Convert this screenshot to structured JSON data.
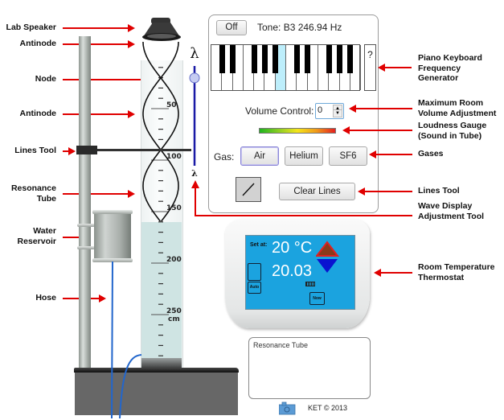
{
  "left_labels": [
    {
      "id": "lab-speaker",
      "lines": [
        "Lab Speaker"
      ]
    },
    {
      "id": "antinode-top",
      "lines": [
        "Antinode"
      ]
    },
    {
      "id": "node",
      "lines": [
        "Node"
      ]
    },
    {
      "id": "antinode-mid",
      "lines": [
        "Antinode"
      ]
    },
    {
      "id": "lines-tool",
      "lines": [
        "Lines Tool"
      ]
    },
    {
      "id": "resonance-tube",
      "lines": [
        "Resonance",
        "Tube"
      ]
    },
    {
      "id": "water-reservoir",
      "lines": [
        "Water",
        "Reservoir"
      ]
    },
    {
      "id": "hose",
      "lines": [
        "Hose"
      ]
    }
  ],
  "right_labels": [
    {
      "id": "piano",
      "lines": [
        "Piano Keyboard",
        "Frequency",
        "Generator"
      ]
    },
    {
      "id": "volume",
      "lines": [
        "Maximum Room",
        "Volume Adjustment"
      ]
    },
    {
      "id": "loudness",
      "lines": [
        "Loudness Gauge",
        "(Sound in Tube)"
      ]
    },
    {
      "id": "gases",
      "lines": [
        "Gases"
      ]
    },
    {
      "id": "lines",
      "lines": [
        "Lines Tool"
      ]
    },
    {
      "id": "wave",
      "lines": [
        "Wave Display",
        "Adjustment Tool"
      ]
    },
    {
      "id": "thermostat",
      "lines": [
        "Room Temperature",
        "Thermostat"
      ]
    }
  ],
  "tube": {
    "scale_labels": [
      "50",
      "100",
      "150",
      "200",
      "250"
    ],
    "unit": "cm",
    "water_level_cm": 160
  },
  "wave_slider": {
    "top_symbol": "λ",
    "bottom_symbol": "λ",
    "value_fraction": 0.12
  },
  "panel": {
    "power_button": "Off",
    "tone_label": "Tone: B3 246.94 Hz",
    "keyboard": {
      "white_keys": [
        "C",
        "D",
        "E",
        "F",
        "G",
        "A",
        "B",
        "C",
        "D",
        "E",
        "F",
        "G",
        "A",
        "B"
      ],
      "selected_index": 6,
      "help_label": "?"
    },
    "volume": {
      "label": "Volume Control:",
      "value": "0"
    },
    "gas": {
      "label": "Gas:",
      "options": [
        "Air",
        "Helium",
        "SF6"
      ],
      "selected": "Air"
    },
    "clear_lines": "Clear Lines"
  },
  "thermostat": {
    "set_label": "Set at:",
    "set_temp": "20 °C",
    "current_temp": "20.03",
    "mode": "Auto",
    "now": "Now",
    "colors": {
      "screen": "#1ba3df",
      "up": "#8b3a1a",
      "down": "#0a12d0"
    }
  },
  "notes": {
    "title": "Resonance Tube"
  },
  "footer": {
    "copyright": "KET © 2013"
  }
}
